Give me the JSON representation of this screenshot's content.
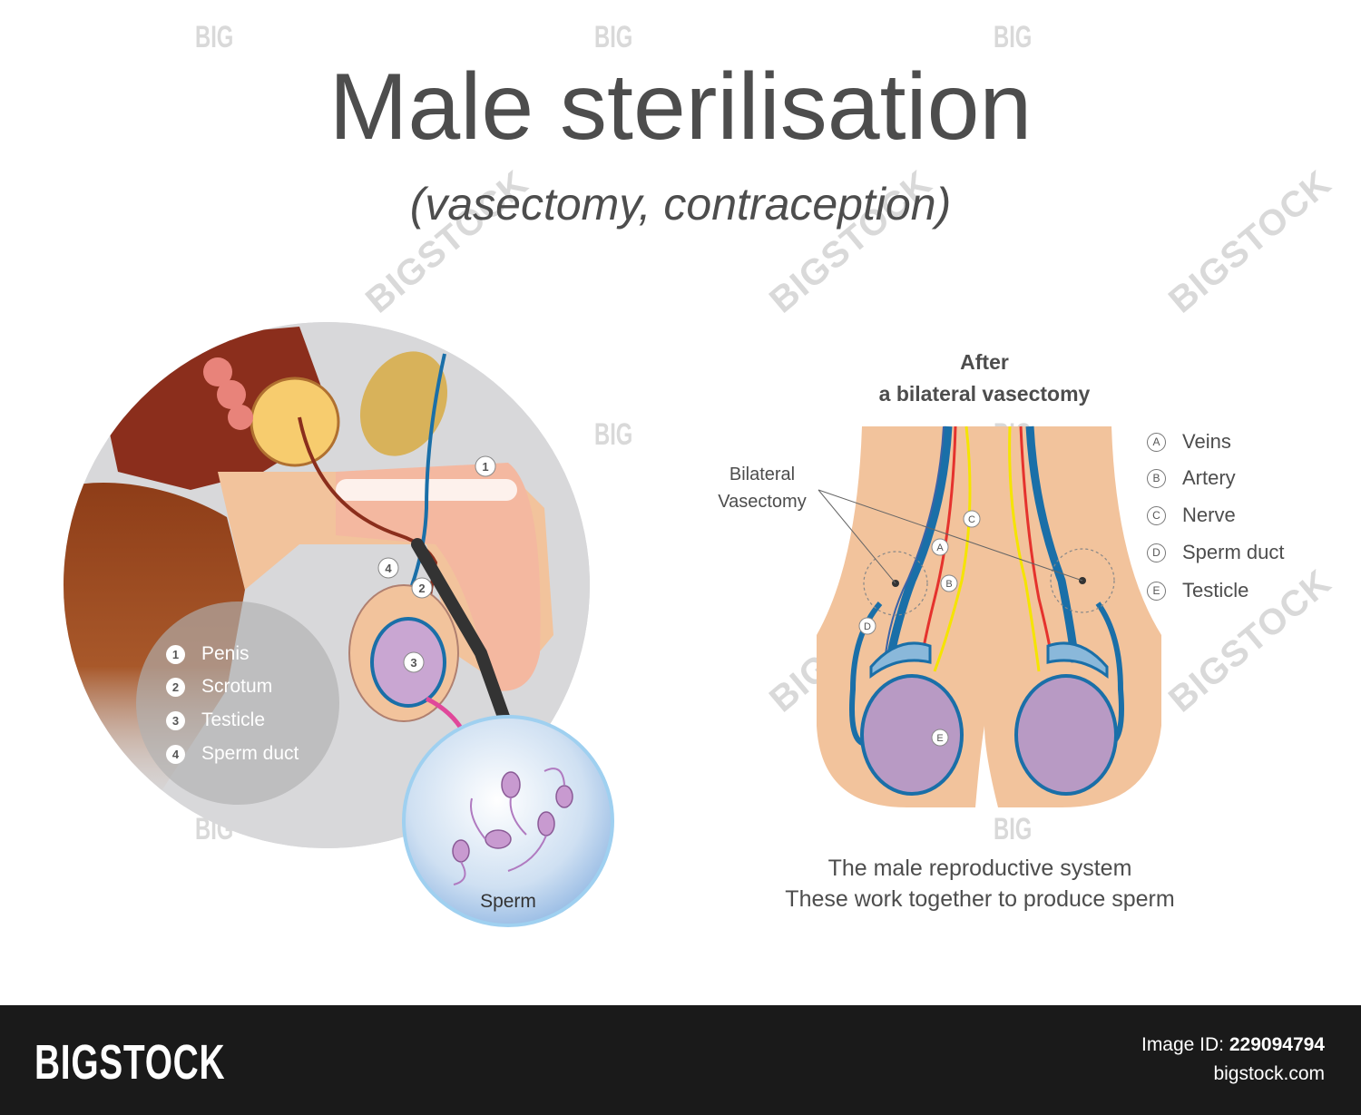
{
  "title": "Male sterilisation",
  "subtitle": "(vasectomy, contraception)",
  "watermarks": {
    "big": "BIG",
    "bigstock": "BIGSTOCK"
  },
  "left_legend": [
    {
      "num": "1",
      "label": "Penis"
    },
    {
      "num": "2",
      "label": "Scrotum"
    },
    {
      "num": "3",
      "label": "Testicle"
    },
    {
      "num": "4",
      "label": "Sperm duct"
    }
  ],
  "sperm_label": "Sperm",
  "after_title": [
    "After",
    "a bilateral vasectomy"
  ],
  "bilateral_label": [
    "Bilateral",
    "Vasectomy"
  ],
  "key": [
    {
      "letter": "A",
      "label": "Veins"
    },
    {
      "letter": "B",
      "label": "Artery"
    },
    {
      "letter": "C",
      "label": "Nerve"
    },
    {
      "letter": "D",
      "label": "Sperm duct"
    },
    {
      "letter": "E",
      "label": "Testicle"
    }
  ],
  "caption": [
    "The male reproductive system",
    "These work together to produce sperm"
  ],
  "footer": {
    "brand": "BIGSTOCK",
    "image_id_label": "Image ID:",
    "image_id": "229094794",
    "site": "bigstock.com"
  },
  "colors": {
    "title": "#4d4d4d",
    "skin": "#f2c39c",
    "vein": "#1a6fa8",
    "artery": "#e5322d",
    "nerve": "#f5e400",
    "footer": "#1a1a1a"
  }
}
